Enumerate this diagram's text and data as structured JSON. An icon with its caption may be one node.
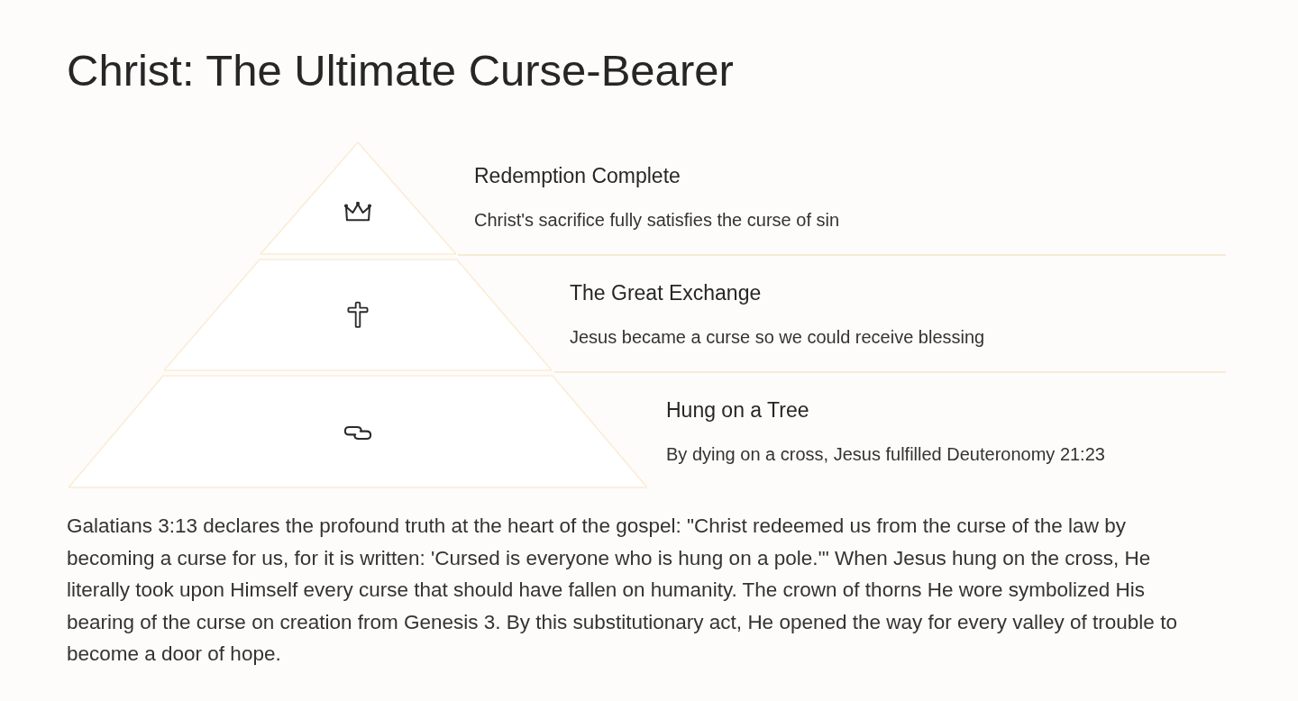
{
  "diagram": {
    "title": "Christ: The Ultimate Curse-Bearer",
    "nodes": [
      {
        "text": [],
        "shape": "triangle",
        "beside": [
          "Redemption Complete",
          "Christ's sacrifice fully satisfies the curse of sin"
        ]
      },
      {
        "text": [],
        "shape": "trapezoid",
        "beside": [
          "The Great Exchange",
          "Jesus became a curse so we could receive blessing"
        ]
      },
      {
        "text": [],
        "shape": "trapezoid",
        "beside": [
          "Hung on a Tree",
          "By dying on a cross, Jesus fulfilled Deuteronomy 21:23"
        ]
      }
    ],
    "labels": [
      "Galatians 3:13 declares the profound truth at the heart of the gospel: \"Christ redeemed us from the curse of the law by becoming a curse for us, for it is written: 'Cursed is everyone who is hung on a pole.'\" When Jesus hung on the cross, He literally took upon Himself every curse that should have fallen on humanity. The crown of thorns He wore symbolized His bearing of the curse on creation from Genesis 3. By this substitutionary act, He opened the way for every valley of trouble to become a door of hope."
    ]
  }
}
